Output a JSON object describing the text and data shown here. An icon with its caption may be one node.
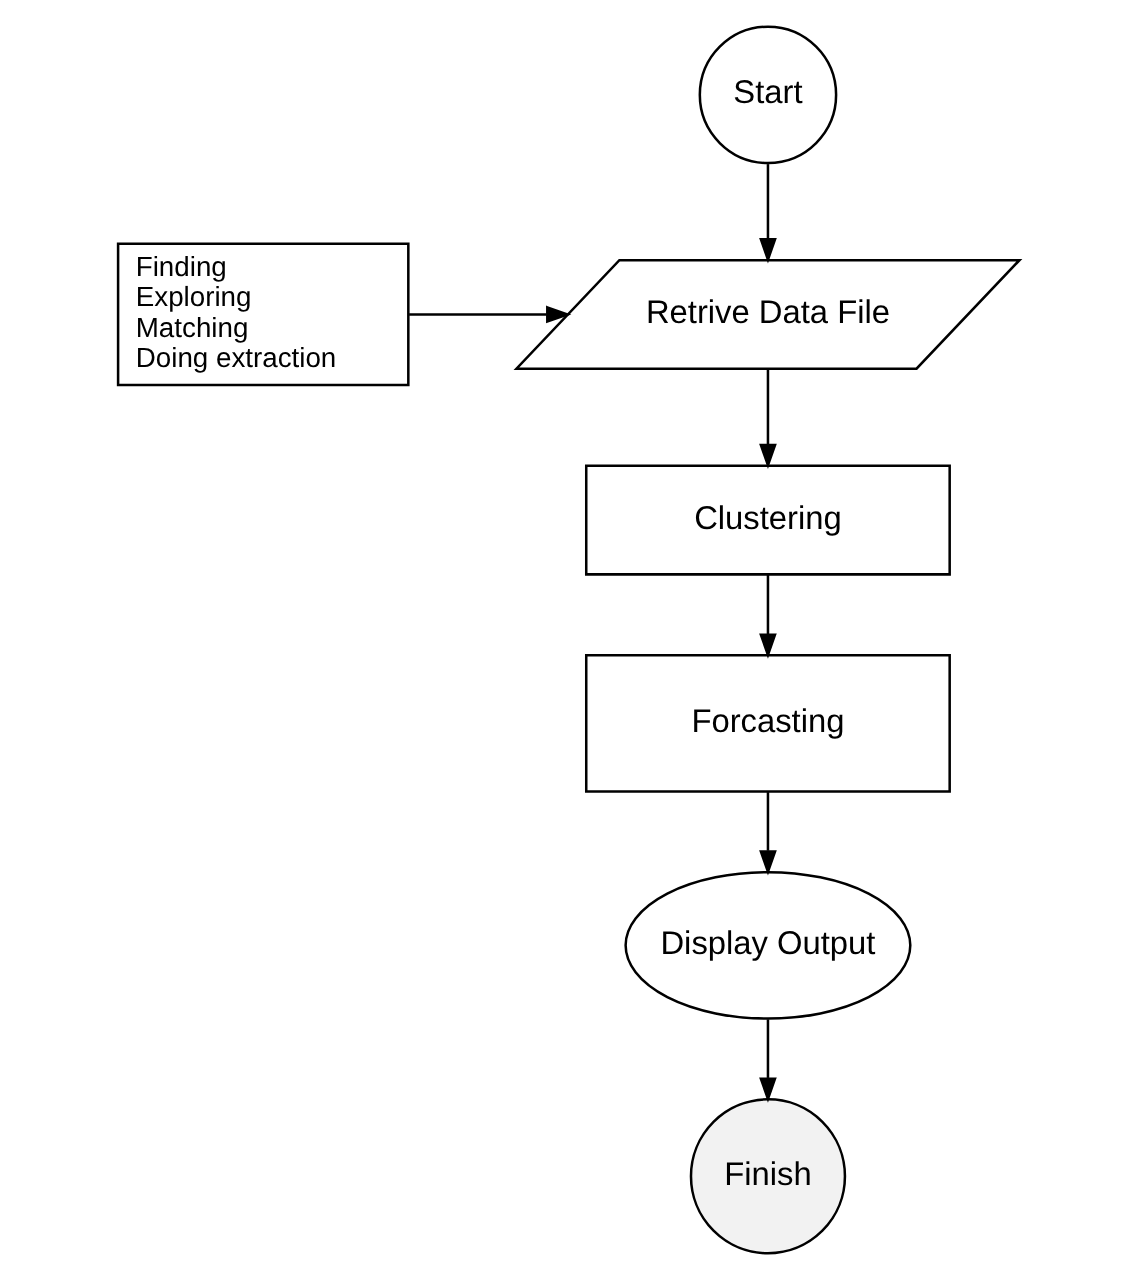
{
  "diagram": {
    "nodes": [
      {
        "text": [
          "Start"
        ]
      },
      {
        "text": [
          "Retrive Data File"
        ]
      },
      {
        "text": [
          "Finding",
          "Exploring",
          "Matching",
          "Doing extraction"
        ]
      },
      {
        "text": [
          "Clustering"
        ]
      },
      {
        "text": [
          "Forcasting"
        ]
      },
      {
        "text": [
          "Display Output"
        ]
      },
      {
        "text": [
          "Finish"
        ]
      }
    ],
    "edges": [
      {
        "from": 0,
        "to": 1,
        "arrow": "to"
      },
      {
        "from": 2,
        "to": 1,
        "arrow": "to"
      },
      {
        "from": 1,
        "to": 3,
        "arrow": "to"
      },
      {
        "from": 3,
        "to": 4,
        "arrow": "to"
      },
      {
        "from": 4,
        "to": 5,
        "arrow": "to"
      },
      {
        "from": 5,
        "to": 6,
        "arrow": "to"
      }
    ]
  }
}
